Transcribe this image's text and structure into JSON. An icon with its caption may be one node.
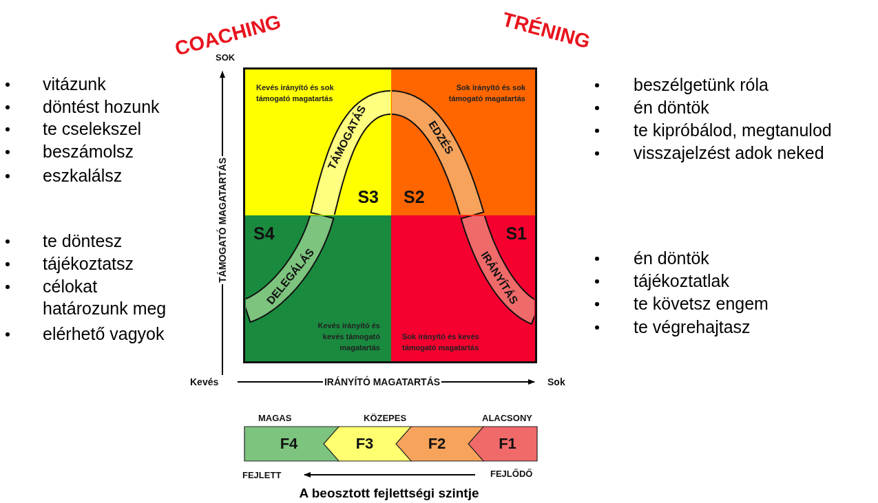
{
  "diagram": {
    "caption": "A beosztott fejlettségi szintje",
    "nodes": [
      {
        "text": [
          "Kevés irányító és sok támogató magatartás",
          "S3"
        ]
      },
      {
        "text": [
          "Sok irányító és sok támogató magatartás",
          "S2"
        ]
      },
      {
        "text": [
          "S4",
          "Kevés irányító és kevés támogató magatartás"
        ]
      },
      {
        "text": [
          "S1",
          "Sok irányító és kevés támogató magatartás"
        ]
      },
      {
        "text": [
          "DELEGÁLÁS"
        ],
        "in": 2
      },
      {
        "text": [
          "TÁMOGATÁS"
        ],
        "in": 0
      },
      {
        "text": [
          "EDZÉS"
        ],
        "in": 1
      },
      {
        "text": [
          "IRÁNYÍTÁS"
        ],
        "in": 3
      },
      {
        "text": [
          "F4"
        ],
        "beside": [
          "MAGAS"
        ]
      },
      {
        "text": [
          "F3"
        ]
      },
      {
        "text": [
          "F2"
        ]
      },
      {
        "text": [
          "F1"
        ],
        "beside": [
          "ALACSONY"
        ]
      }
    ],
    "labels": [
      "COACHING",
      "TRÉNING",
      "SOK",
      "vitázunk",
      "döntést hozunk",
      "te cselekszel",
      "beszámolsz",
      "eszkalálsz",
      "beszélgetünk róla",
      "én döntök",
      "te kipróbálod, megtanulod",
      "visszajelzést adok neked",
      "TÁMOGATÓ MAGATARTÁS",
      "te döntesz",
      "tájékoztatsz",
      "célokat határozunk meg",
      "elérhető vagyok",
      "én döntök",
      "tájékoztatlak",
      "te követsz engem",
      "te végrehajtasz",
      "Kevés",
      "IRÁNYÍTÓ MAGATARTÁS",
      "Sok",
      "KÖZEPES",
      "FEJLETT",
      "FEJLŐDŐ"
    ]
  }
}
